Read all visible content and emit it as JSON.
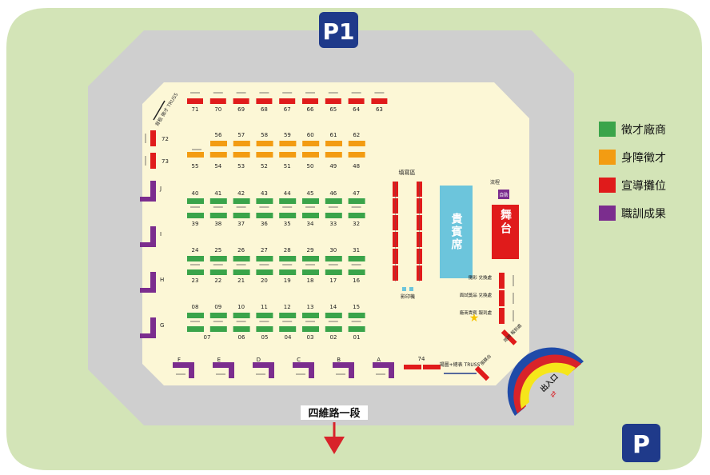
{
  "parking": {
    "top_label": "P1",
    "bottom_label": "P",
    "color": "#1f3a8a"
  },
  "colors": {
    "outer_ground": "#d3e4b7",
    "road": "#cfcfcf",
    "hall_floor": "#fcf7d6",
    "recruit": "#3aa44a",
    "disability": "#f39c12",
    "promo": "#e01b1b",
    "training": "#7b2d8e",
    "vip": "#6cc5dc",
    "arch_yellow": "#f6e61a",
    "arch_red": "#d8232a",
    "arch_blue": "#1f4aa8"
  },
  "legend": [
    {
      "label": "徵才廠商",
      "color": "#3aa44a"
    },
    {
      "label": "身障徵才",
      "color": "#f39c12"
    },
    {
      "label": "宣導攤位",
      "color": "#e01b1b"
    },
    {
      "label": "職訓成果",
      "color": "#7b2d8e"
    }
  ],
  "booths": {
    "row_top": [
      "71",
      "70",
      "69",
      "68",
      "67",
      "66",
      "65",
      "64",
      "63"
    ],
    "orange_top": [
      "56",
      "57",
      "58",
      "59",
      "60",
      "61",
      "62"
    ],
    "orange_bottom": [
      "55",
      "54",
      "53",
      "52",
      "51",
      "50",
      "49",
      "48"
    ],
    "green1_top": [
      "40",
      "41",
      "42",
      "43",
      "44",
      "45",
      "46",
      "47"
    ],
    "green1_bottom": [
      "39",
      "38",
      "37",
      "36",
      "35",
      "34",
      "33",
      "32"
    ],
    "green2_top": [
      "24",
      "25",
      "26",
      "27",
      "28",
      "29",
      "30",
      "31"
    ],
    "green2_bottom": [
      "23",
      "22",
      "21",
      "20",
      "19",
      "18",
      "17",
      "16"
    ],
    "green3_top": [
      "08",
      "09",
      "10",
      "11",
      "12",
      "13",
      "14",
      "15"
    ],
    "green3_bottom": [
      "07",
      "06",
      "05",
      "04",
      "03",
      "02",
      "01"
    ],
    "left_red": [
      "72",
      "73"
    ],
    "left_purple": [
      "J",
      "I",
      "H",
      "G"
    ],
    "bottom_purple": [
      "F",
      "E",
      "D",
      "C",
      "B",
      "A"
    ],
    "bottom_red": "74"
  },
  "labels": {
    "truss_top_left": "背板 徵才 TRUSS",
    "fill_area": "填寫區",
    "printer": "影印機",
    "process": "流程",
    "self_service": "自助",
    "vip": "貴賓席",
    "stage": "舞台",
    "photo_redeem": "攤彩 兌換處",
    "trial_redeem": "面試獎品 兌換處",
    "vendor_checkin": "廠商貴賓 報到處",
    "consult": "諮詢 報到處",
    "service": "服務台",
    "bottom_truss": "場圖+總表 TRUSS",
    "exit": "出入口",
    "road": "四維路一段"
  }
}
